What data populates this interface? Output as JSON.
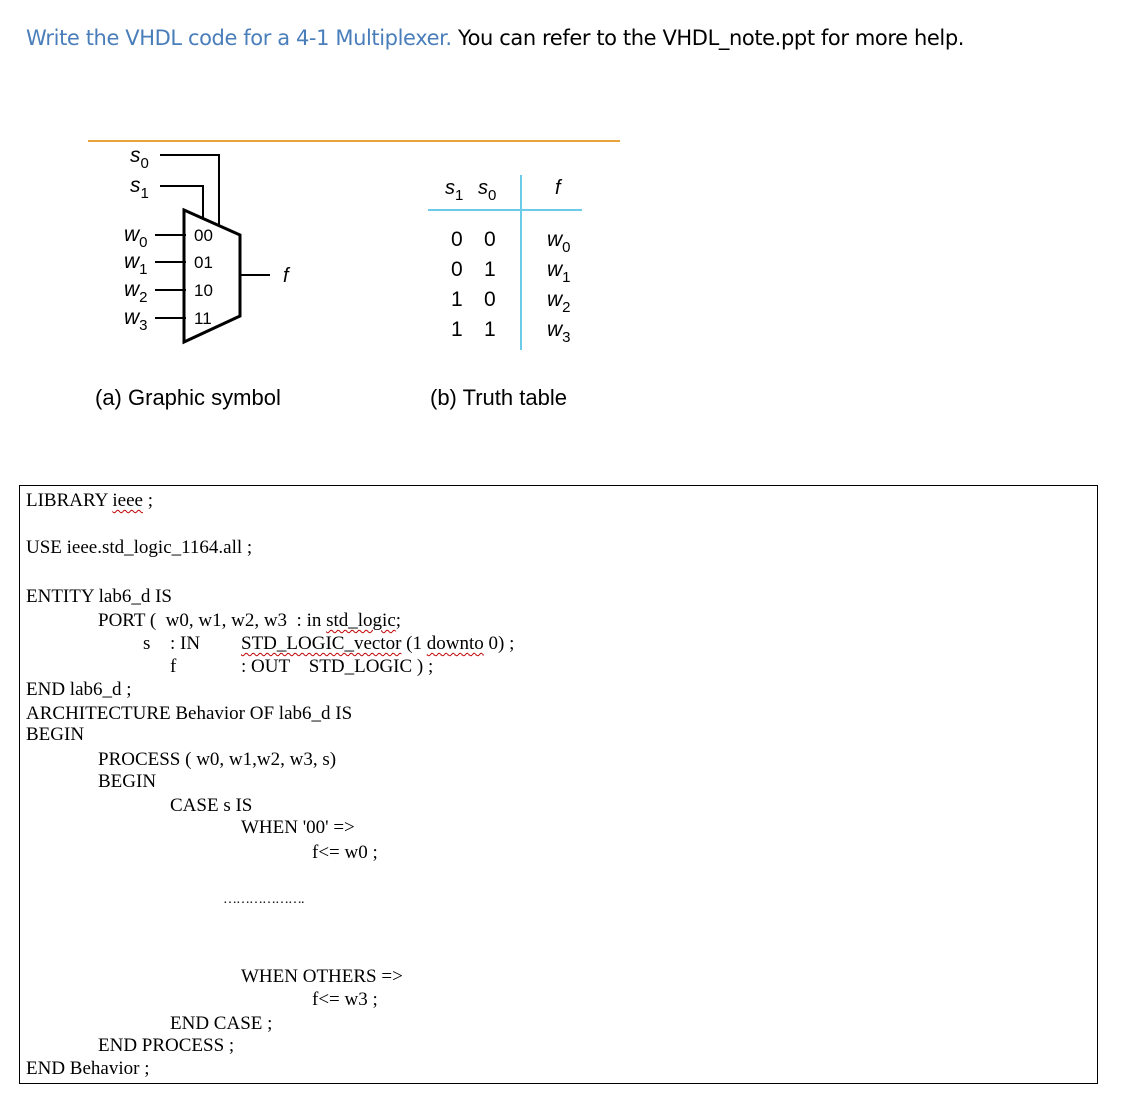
{
  "heading": {
    "blue": "Write the VHDL code for a 4-1 Multiplexer.",
    "black": " You can refer to the VHDL_note.ppt for more help."
  },
  "figure": {
    "symbol": {
      "select_inputs": [
        "s0",
        "s1"
      ],
      "data_inputs": [
        "w0",
        "w1",
        "w2",
        "w3"
      ],
      "port_codes": [
        "00",
        "01",
        "10",
        "11"
      ],
      "output": "f",
      "caption": "(a) Graphic symbol"
    },
    "truth_table": {
      "headers": [
        "s1",
        "s0",
        "f"
      ],
      "rows": [
        [
          "0",
          "0",
          "w0"
        ],
        [
          "0",
          "1",
          "w1"
        ],
        [
          "1",
          "0",
          "w2"
        ],
        [
          "1",
          "1",
          "w3"
        ]
      ],
      "caption": "(b) Truth table"
    }
  },
  "code": {
    "line1_a": "LIBRARY ",
    "line1_b": "ieee",
    "line1_c": " ;",
    "line2": "USE ieee.std_logic_1164.all ;",
    "line3": "ENTITY lab6_d IS",
    "line4_a": "PORT (  w0, w1, w2, w3  : in ",
    "line4_b": "std_logic",
    "line4_c": ";",
    "line5_a": "s",
    "line5_b": ": IN",
    "line5_c": "STD_LOGIC_vector",
    "line5_d": " (1 ",
    "line5_e": "downto",
    "line5_f": " 0) ;",
    "line6_a": "f",
    "line6_b": ": OUT    STD_LOGIC ) ;",
    "line7": "END lab6_d ;",
    "line8": "ARCHITECTURE Behavior OF lab6_d IS",
    "line9": "BEGIN",
    "line10": "PROCESS ( w0, w1,w2, w3, s)",
    "line11": "BEGIN",
    "line12": "CASE s IS",
    "line13": "WHEN '00' =>",
    "line14": "f<= w0 ;",
    "line15": "……………….",
    "line16": "WHEN OTHERS =>",
    "line17": "f<= w3 ;",
    "line18": "END CASE ;",
    "line19": "END PROCESS ;",
    "line20": "END Behavior ;"
  }
}
